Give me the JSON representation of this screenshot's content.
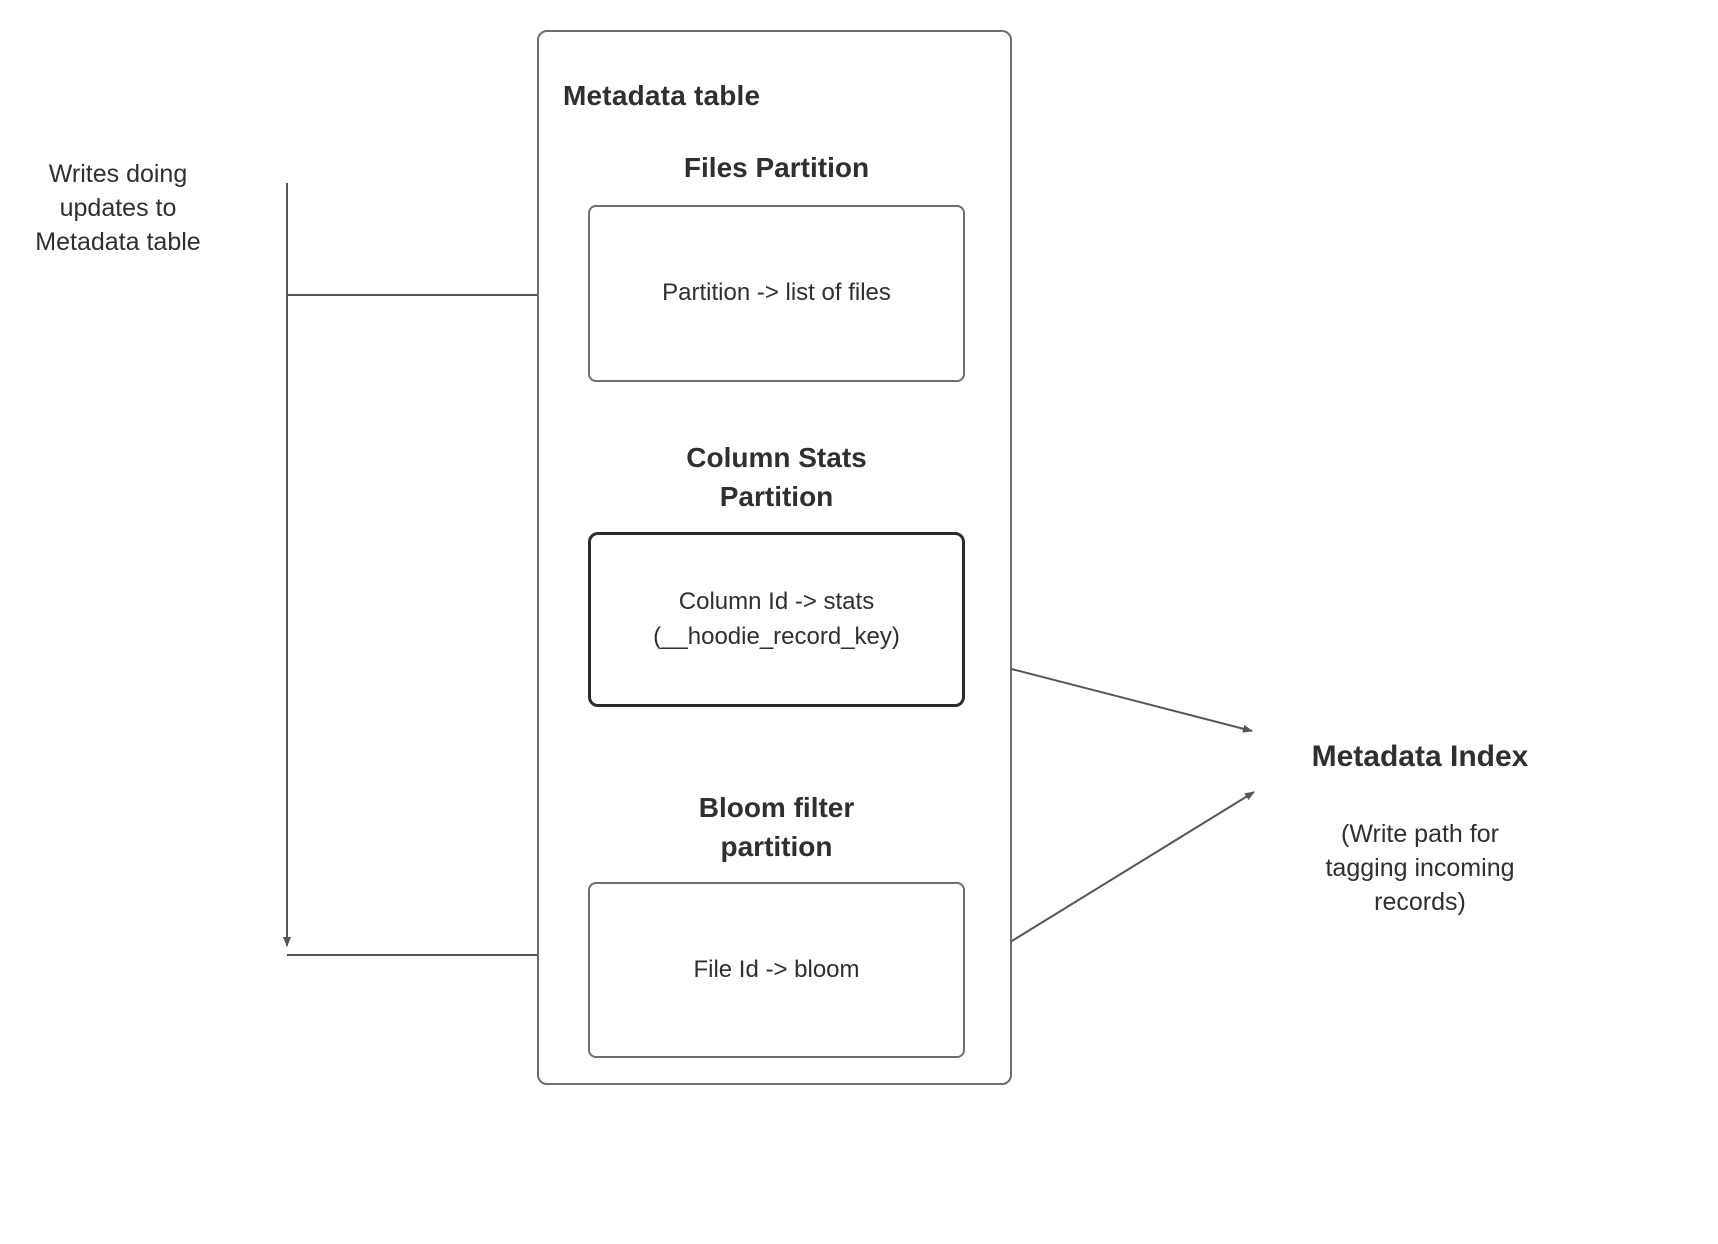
{
  "diagram": {
    "metadata_table": {
      "title": "Metadata table",
      "files_partition": {
        "heading": "Files Partition",
        "box_text": "Partition -> list of files"
      },
      "column_stats_partition": {
        "heading": "Column Stats\nPartition",
        "box_text": "Column Id  -> stats\n(__hoodie_record_key)"
      },
      "bloom_filter_partition": {
        "heading": "Bloom filter\npartition",
        "box_text": "File Id -> bloom"
      }
    },
    "left_annotation": "Writes doing\nupdates to\nMetadata table",
    "metadata_index": {
      "title": "Metadata Index",
      "subtitle": "(Write path for\ntagging incoming\nrecords)"
    },
    "colors": {
      "border_gray": "#6e6e6e",
      "border_dark": "#2b2b2b",
      "arrow": "#555555",
      "text": "#2f2f2f"
    }
  }
}
